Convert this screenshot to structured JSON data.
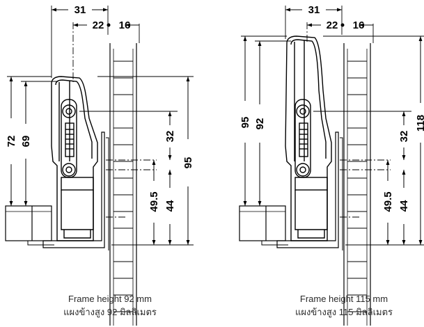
{
  "left_panel": {
    "dims": {
      "d31": "31",
      "d22": "22",
      "d16": "16",
      "d72": "72",
      "d69": "69",
      "d32": "32",
      "d95": "95",
      "d49_5": "49.5",
      "d44": "44"
    },
    "caption_en": "Frame height 92 mm",
    "caption_th": "แผงข้างสูง 92 มิลลิเมตร"
  },
  "right_panel": {
    "dims": {
      "d31": "31",
      "d22": "22",
      "d16": "16",
      "d95": "95",
      "d92": "92",
      "d32": "32",
      "d118": "118",
      "d49_5": "49.5",
      "d44": "44"
    },
    "caption_en": "Frame height 115 mm",
    "caption_th": "แผงข้างสูง 115 มิลลิเมตร"
  }
}
